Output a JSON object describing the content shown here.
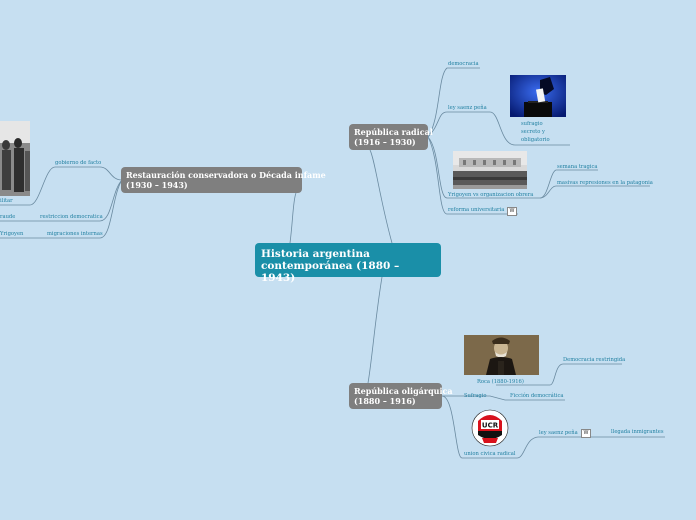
{
  "central": {
    "line1": "Historia argentina",
    "line2": "contemporánea (1880 – 1943)"
  },
  "topics": {
    "radical": {
      "line1": "República radical",
      "line2": "(1916 – 1930)"
    },
    "oligarquica": {
      "line1": "República oligárquica",
      "line2": "(1880 – 1916)"
    },
    "conservadora": {
      "line1": "Restauración conservadora o Década infame",
      "line2": "(1930 – 1943)"
    }
  },
  "radical_items": {
    "democracia": "democracia",
    "ley_saenz_pena": "ley saenz peña",
    "sufragio_l1": "sufragio",
    "sufragio_l2": "secreto y",
    "sufragio_l3": "obligatorio",
    "yrigoyen_obreras": "Yrigoyen vs organizacion obrera",
    "semana_tragica": "semana tragica",
    "masivas_represiones": "masivas represiones en la patagonia",
    "reforma_universitaria": "reforma universitaria",
    "wiki_icon": "W"
  },
  "oligarquica_items": {
    "roca": "Roca (1880-1916)",
    "democracia_restringida": "Democracia restringida",
    "sufragio": "Sufragio",
    "ficcion_democratica": "Ficción democrática",
    "ucr_logo_text": "UCR",
    "union_civica_radical": "union civica radical",
    "ley_saenz_pena": "ley saenz peña",
    "llegada_inmigrantes": "llegada inmigrantes",
    "wiki_icon": "W"
  },
  "conservadora_items": {
    "gobierno_de_facto": "gobierno de facto",
    "restriccion_democratica": "restriccion democratica",
    "migraciones_internas": "migraciones internas",
    "partial_militar": "ilitar",
    "partial_fraude": "raude",
    "partial_yrigoyen": "Yrigoyen"
  },
  "colors": {
    "background": "#c6dff1",
    "central": "#1a8fa8",
    "topic": "#7f7f7f",
    "link": "#5a7d95",
    "label": "#1f7fa0"
  }
}
